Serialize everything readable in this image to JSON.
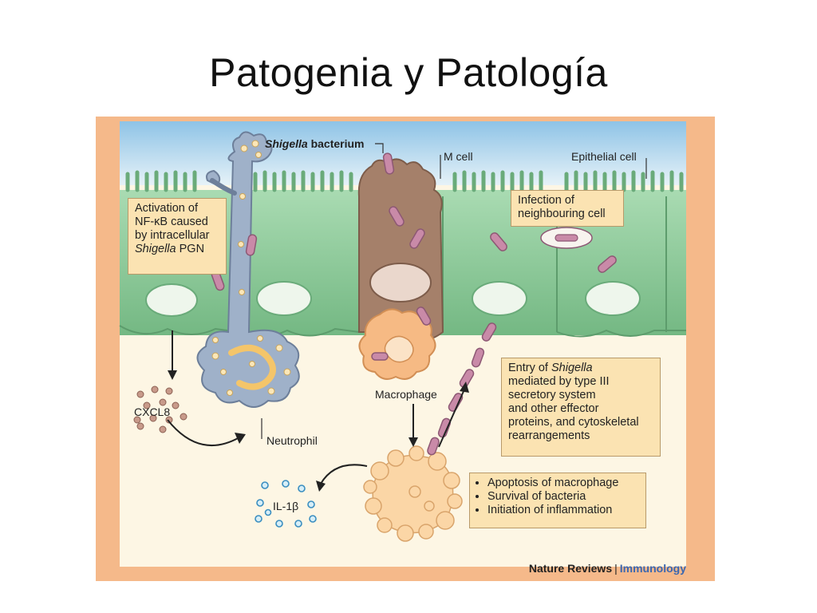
{
  "slide": {
    "title": "Patogenia y Patología"
  },
  "diagram": {
    "labels": {
      "bacterium_prefix": "Shigella",
      "bacterium_suffix": " bacterium",
      "m_cell": "M cell",
      "epithelial_cell": "Epithelial cell",
      "cxcl8": "CXCL8",
      "neutrophil": "Neutrophil",
      "macrophage": "Macrophage",
      "il1b": "IL-1β"
    },
    "boxes": {
      "nfkb": {
        "line1": "Activation of",
        "line2": "NF-κB caused",
        "line3": "by intracellular",
        "line4_italic": "Shigella",
        "line4_rest": " PGN"
      },
      "infection": {
        "line1": "Infection of",
        "line2": "neighbouring cell"
      },
      "entry": {
        "line1_prefix": "Entry of ",
        "line1_italic": "Shigella",
        "line2": "mediated by type III",
        "line3": "secretory system",
        "line4": "and other effector",
        "line5": "proteins, and cytoskeletal",
        "line6": "rearrangements"
      },
      "apoptosis": {
        "items": [
          "Apoptosis of macrophage",
          "Survival of bacteria",
          "Initiation of inflammation"
        ]
      }
    },
    "credit": {
      "publisher": "Nature Reviews",
      "separator": "|",
      "journal": "Immunology"
    },
    "colors": {
      "background_border": "#f5b98a",
      "lumen": "#a9d2ea",
      "epithelium": "#8fcb9b",
      "m_cell": "#a5806a",
      "neutrophil": "#9fb1c9",
      "macrophage": "#f6ba84",
      "bacteria": "#c98aa8",
      "box_fill": "#fbe3b2"
    }
  }
}
